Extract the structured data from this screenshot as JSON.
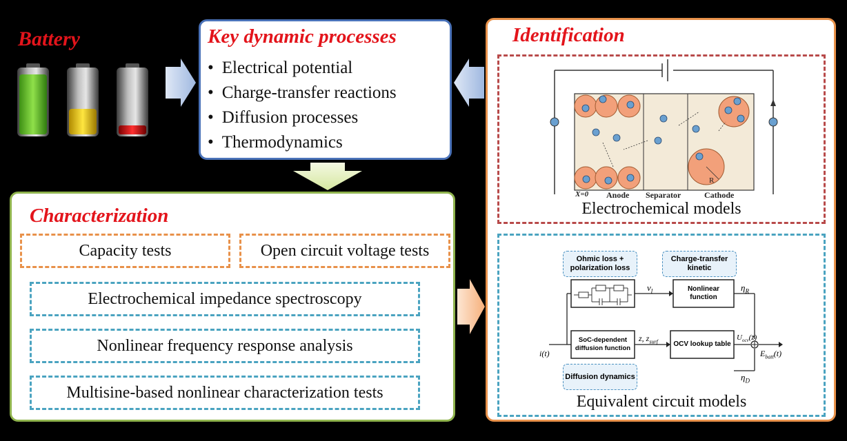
{
  "battery": {
    "title": "Battery"
  },
  "key_processes": {
    "title": "Key dynamic processes",
    "items": [
      "Electrical potential",
      "Charge-transfer reactions",
      "Diffusion processes",
      "Thermodynamics"
    ]
  },
  "identification": {
    "title": "Identification",
    "electrochemical": {
      "caption": "Electrochemical models",
      "labels": {
        "x0": "X=0",
        "anode": "Anode",
        "separator": "Separator",
        "cathode": "Cathode",
        "r": "R"
      }
    },
    "ecm": {
      "caption": "Equivalent circuit models",
      "ohmic": "Ohmic loss + polarization loss",
      "charge_transfer": "Charge-transfer kinetic",
      "nonlinear_fn": "Nonlinear function",
      "soc_fn": "SoC-dependent diffusion function",
      "ocv": "OCV lookup table",
      "diffusion": "Diffusion dynamics",
      "sym_vl": "v",
      "sym_vl_sub": "l",
      "sym_eta_r": "η",
      "sym_eta_r_sub": "R",
      "sym_eta_d": "η",
      "sym_eta_d_sub": "D",
      "sym_it": "i(t)",
      "sym_z": "z, z",
      "sym_z_sub": "surf",
      "sym_uocv": "U",
      "sym_uocv_sub": "ocv",
      "sym_uocv_arg": "(z̄)",
      "sym_ebatt": "E",
      "sym_ebatt_sub": "batt",
      "sym_ebatt_arg": "(t)"
    }
  },
  "characterization": {
    "title": "Characterization",
    "tests": [
      "Capacity tests",
      "Open circuit voltage tests",
      "Electrochemical impedance spectroscopy",
      "Nonlinear frequency response analysis",
      "Multisine-based nonlinear characterization tests"
    ]
  },
  "colors": {
    "red": "#e3141b",
    "blue_border": "#4a72b8",
    "green_border": "#8fb34d",
    "orange_border": "#e8914a",
    "teal_dash": "#4aa3c0"
  }
}
